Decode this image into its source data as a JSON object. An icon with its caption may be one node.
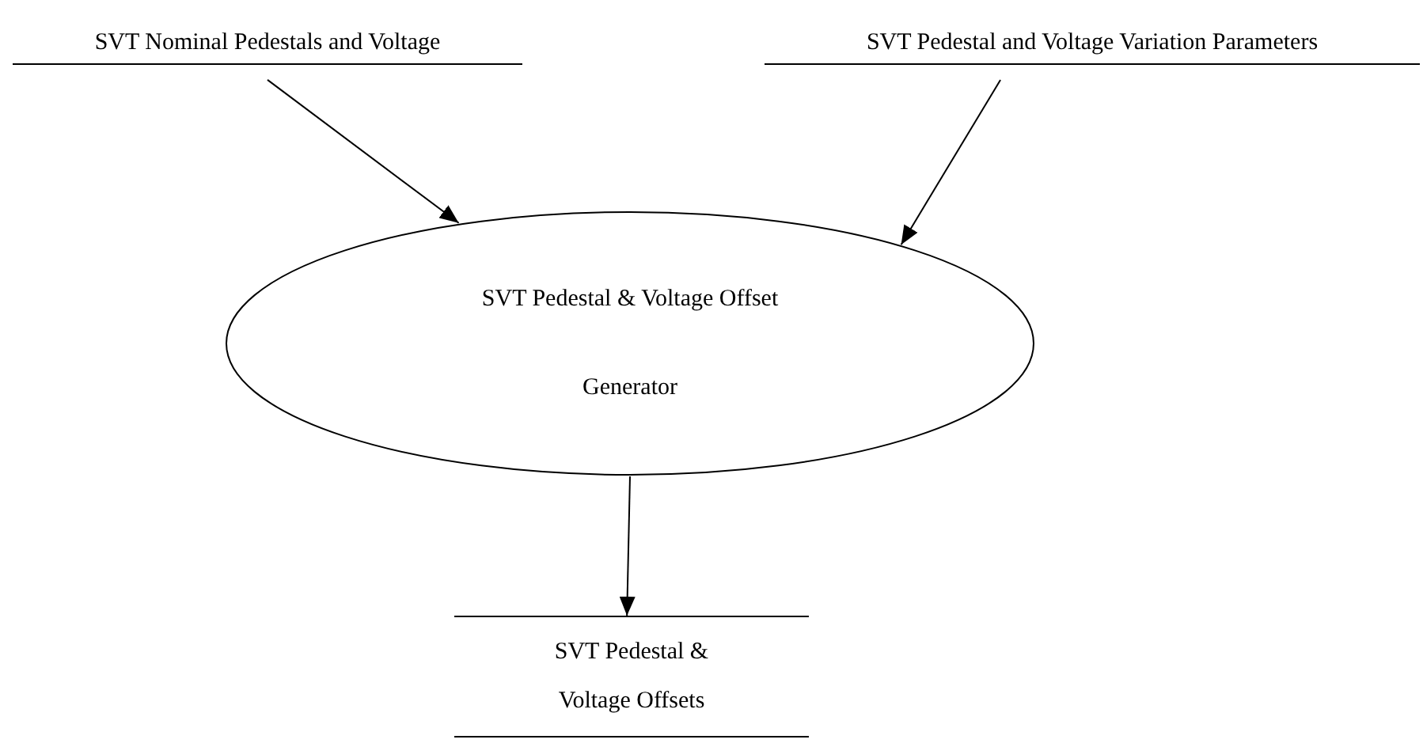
{
  "diagram": {
    "nodes": [
      {
        "text": [
          "SVT Nominal Pedestals and Voltage"
        ]
      },
      {
        "text": [
          "SVT Pedestal and Voltage Variation Parameters"
        ]
      },
      {
        "text": [
          "SVT Pedestal & Voltage Offset Generator"
        ]
      },
      {
        "text": [
          "SVT Pedestal & Voltage Offsets"
        ]
      }
    ],
    "edges": [
      {
        "from": 0,
        "to": 2,
        "arrow": "to"
      },
      {
        "from": 1,
        "to": 2,
        "arrow": "to"
      },
      {
        "from": 2,
        "to": 3,
        "arrow": "to"
      }
    ]
  }
}
